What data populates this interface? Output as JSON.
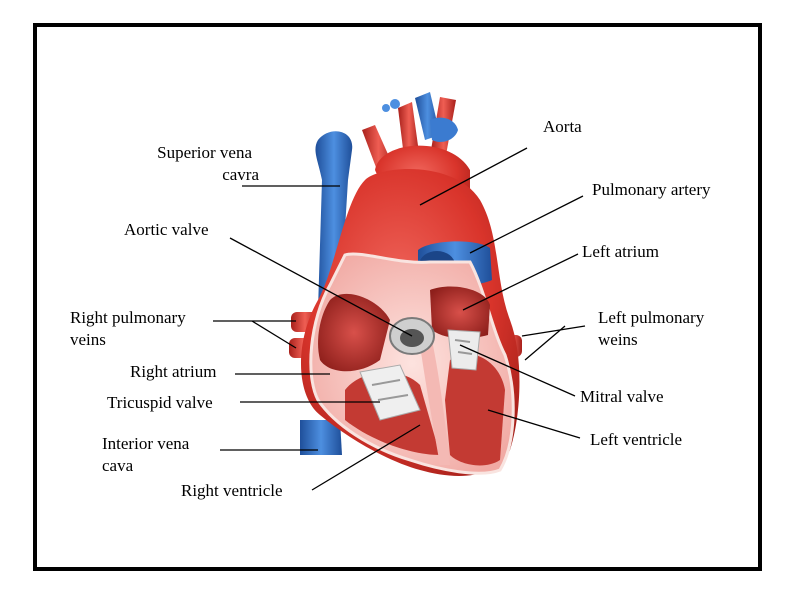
{
  "labels": {
    "aorta": "Aorta",
    "superior_vena_cava_line1": "Superior vena",
    "superior_vena_cava_line2": "cavra",
    "pulmonary_artery": "Pulmonary artery",
    "aortic_valve": "Aortic valve",
    "left_atrium": "Left atrium",
    "right_pulmonary_veins_line1": "Right pulmonary",
    "right_pulmonary_veins_line2": "veins",
    "left_pulmonary_veins_line1": "Left pulmonary",
    "left_pulmonary_veins_line2": "weins",
    "right_atrium": "Right atrium",
    "mitral_valve": "Mitral valve",
    "tricuspid_valve": "Tricuspid valve",
    "left_ventricle": "Left ventricle",
    "interior_vena_cava_line1": "Interior vena",
    "interior_vena_cava_line2": "cava",
    "right_ventricle": "Right ventricle"
  },
  "colors": {
    "artery_red": "#d9342b",
    "vein_blue": "#2f6fc0",
    "inner_pink": "#f4b9b4",
    "muscle_red": "#b8322c",
    "valve_white": "#e8e8e8"
  }
}
